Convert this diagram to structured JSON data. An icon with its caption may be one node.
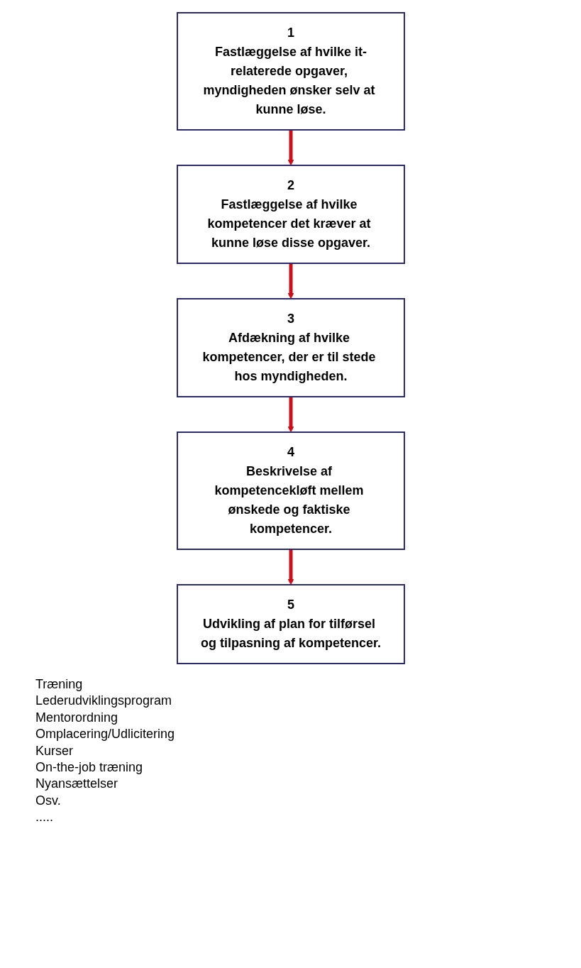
{
  "diagram": {
    "nodes": [
      {
        "text": [
          "1",
          "Fastlæggelse af hvilke it-relaterede opgaver, myndigheden ønsker selv at kunne løse."
        ]
      },
      {
        "text": [
          "2",
          "Fastlæggelse af hvilke kompetencer det kræver at kunne løse disse opgaver."
        ]
      },
      {
        "text": [
          "3",
          "Afdækning af hvilke kompetencer, der er til stede hos myndigheden."
        ]
      },
      {
        "text": [
          "4",
          "Beskrivelse af kompetencekløft mellem ønskede og faktiske kompetencer."
        ]
      },
      {
        "text": [
          "5",
          "Udvikling af plan for tilførsel og tilpasning af kompetencer."
        ]
      }
    ],
    "edges": [
      {
        "from": 0,
        "to": 1,
        "arrow": "to"
      },
      {
        "from": 1,
        "to": 2,
        "arrow": "to"
      },
      {
        "from": 2,
        "to": 3,
        "arrow": "to"
      },
      {
        "from": 3,
        "to": 4,
        "arrow": "to"
      }
    ],
    "labels": [
      "Træning",
      "Lederudviklingsprogram",
      "Mentorordning",
      "Omplacering/Udlicitering",
      "Kurser",
      "On-the-job træning",
      "Nyansættelser",
      "Osv.",
      "....."
    ]
  }
}
